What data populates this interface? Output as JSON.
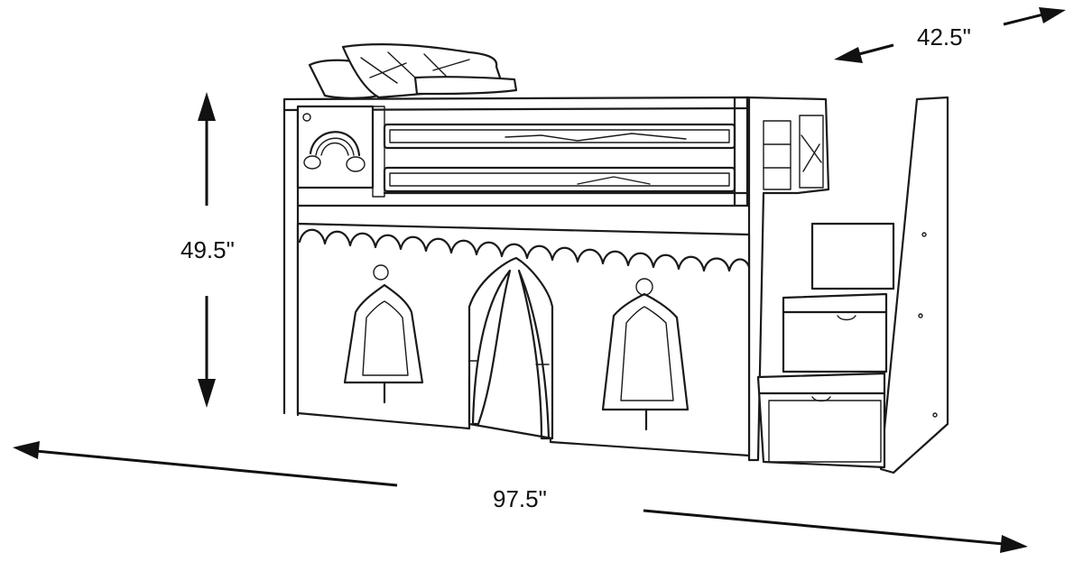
{
  "figure": {
    "subject_icon": "loft-bed-with-castle-tent-and-stairs",
    "line_color": "#1a1a1a",
    "background_color": "#ffffff"
  },
  "dimensions": {
    "depth": {
      "label": "42.5\""
    },
    "height": {
      "label": "49.5\""
    },
    "width": {
      "label": "97.5\""
    }
  }
}
